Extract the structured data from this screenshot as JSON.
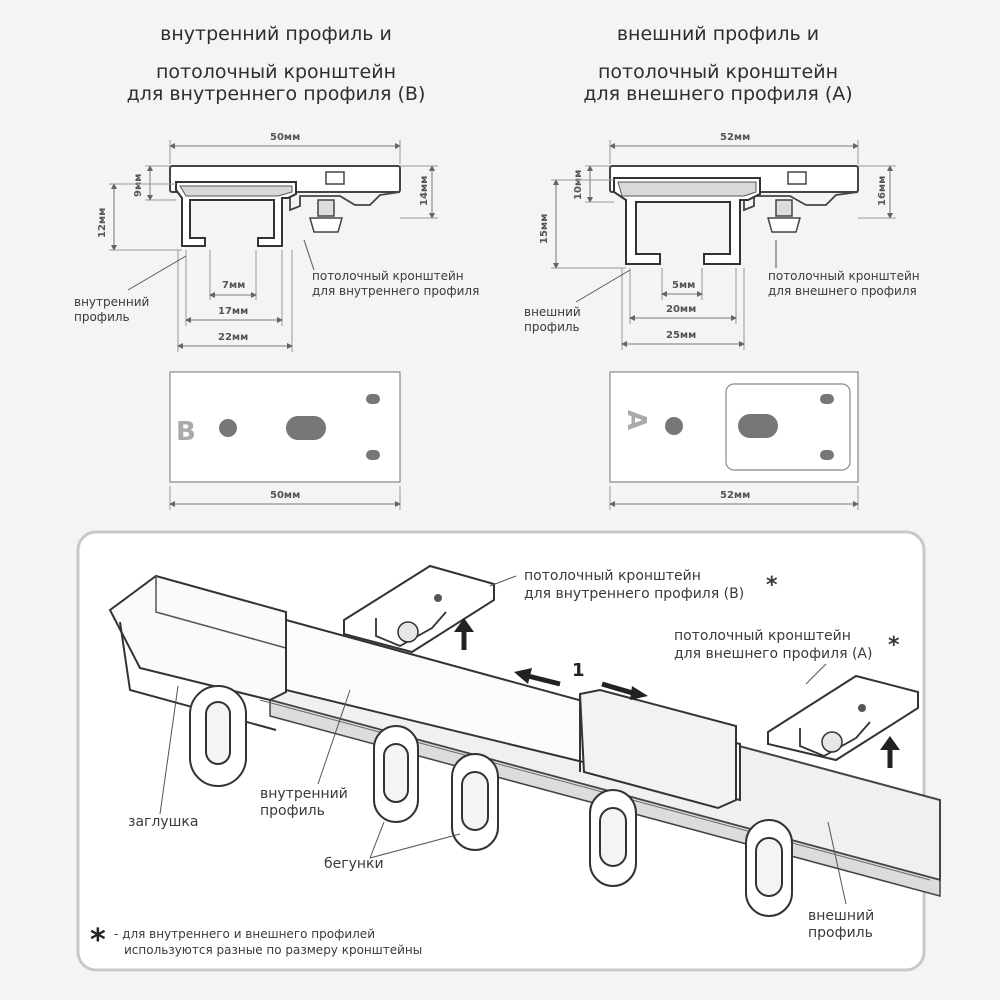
{
  "left_header": {
    "line1": "внутренний профиль и",
    "line2": "потолочный кронштейн",
    "line3": "для внутреннего профиля (B)"
  },
  "right_header": {
    "line1": "внешний профиль и",
    "line2": "потолочный кронштейн",
    "line3": "для внешнего профиля (A)"
  },
  "left_profile": {
    "width_total": "50мм",
    "height_small": "9мм",
    "height_profile": "12мм",
    "height_bracket": "14мм",
    "inner_gap": "7мм",
    "inner_width": "17мм",
    "outer_width": "22мм",
    "bracket_label_1": "потолочный кронштейн",
    "bracket_label_2": "для внутреннего профиля",
    "profile_label_1": "внутренний",
    "profile_label_2": "профиль",
    "plate_letter": "B",
    "plate_width": "50мм"
  },
  "right_profile": {
    "width_total": "52мм",
    "height_small": "10мм",
    "height_profile": "15мм",
    "height_bracket": "16мм",
    "inner_gap": "5мм",
    "inner_width": "20мм",
    "outer_width": "25мм",
    "bracket_label_1": "потолочный кронштейн",
    "bracket_label_2": "для внешнего профиля",
    "profile_label_1": "внешний",
    "profile_label_2": "профиль",
    "plate_letter": "A",
    "plate_width": "52мм"
  },
  "assembly": {
    "bracket_b_1": "потолочный кронштейн",
    "bracket_b_2": "для внутреннего профиля (B)",
    "bracket_b_star": "*",
    "bracket_a_1": "потолочный кронштейн",
    "bracket_a_2": "для внешнего профиля (A)",
    "bracket_a_star": "*",
    "slide_number": "1",
    "inner_label_1": "внутренний",
    "inner_label_2": "профиль",
    "cap_label": "заглушка",
    "runners_label": "бегунки",
    "outer_label_1": "внешний",
    "outer_label_2": "профиль",
    "footnote_star": "*",
    "footnote_1": "- для внутреннего и внешнего профилей",
    "footnote_2": "используются разные по размеру кронштейны"
  }
}
